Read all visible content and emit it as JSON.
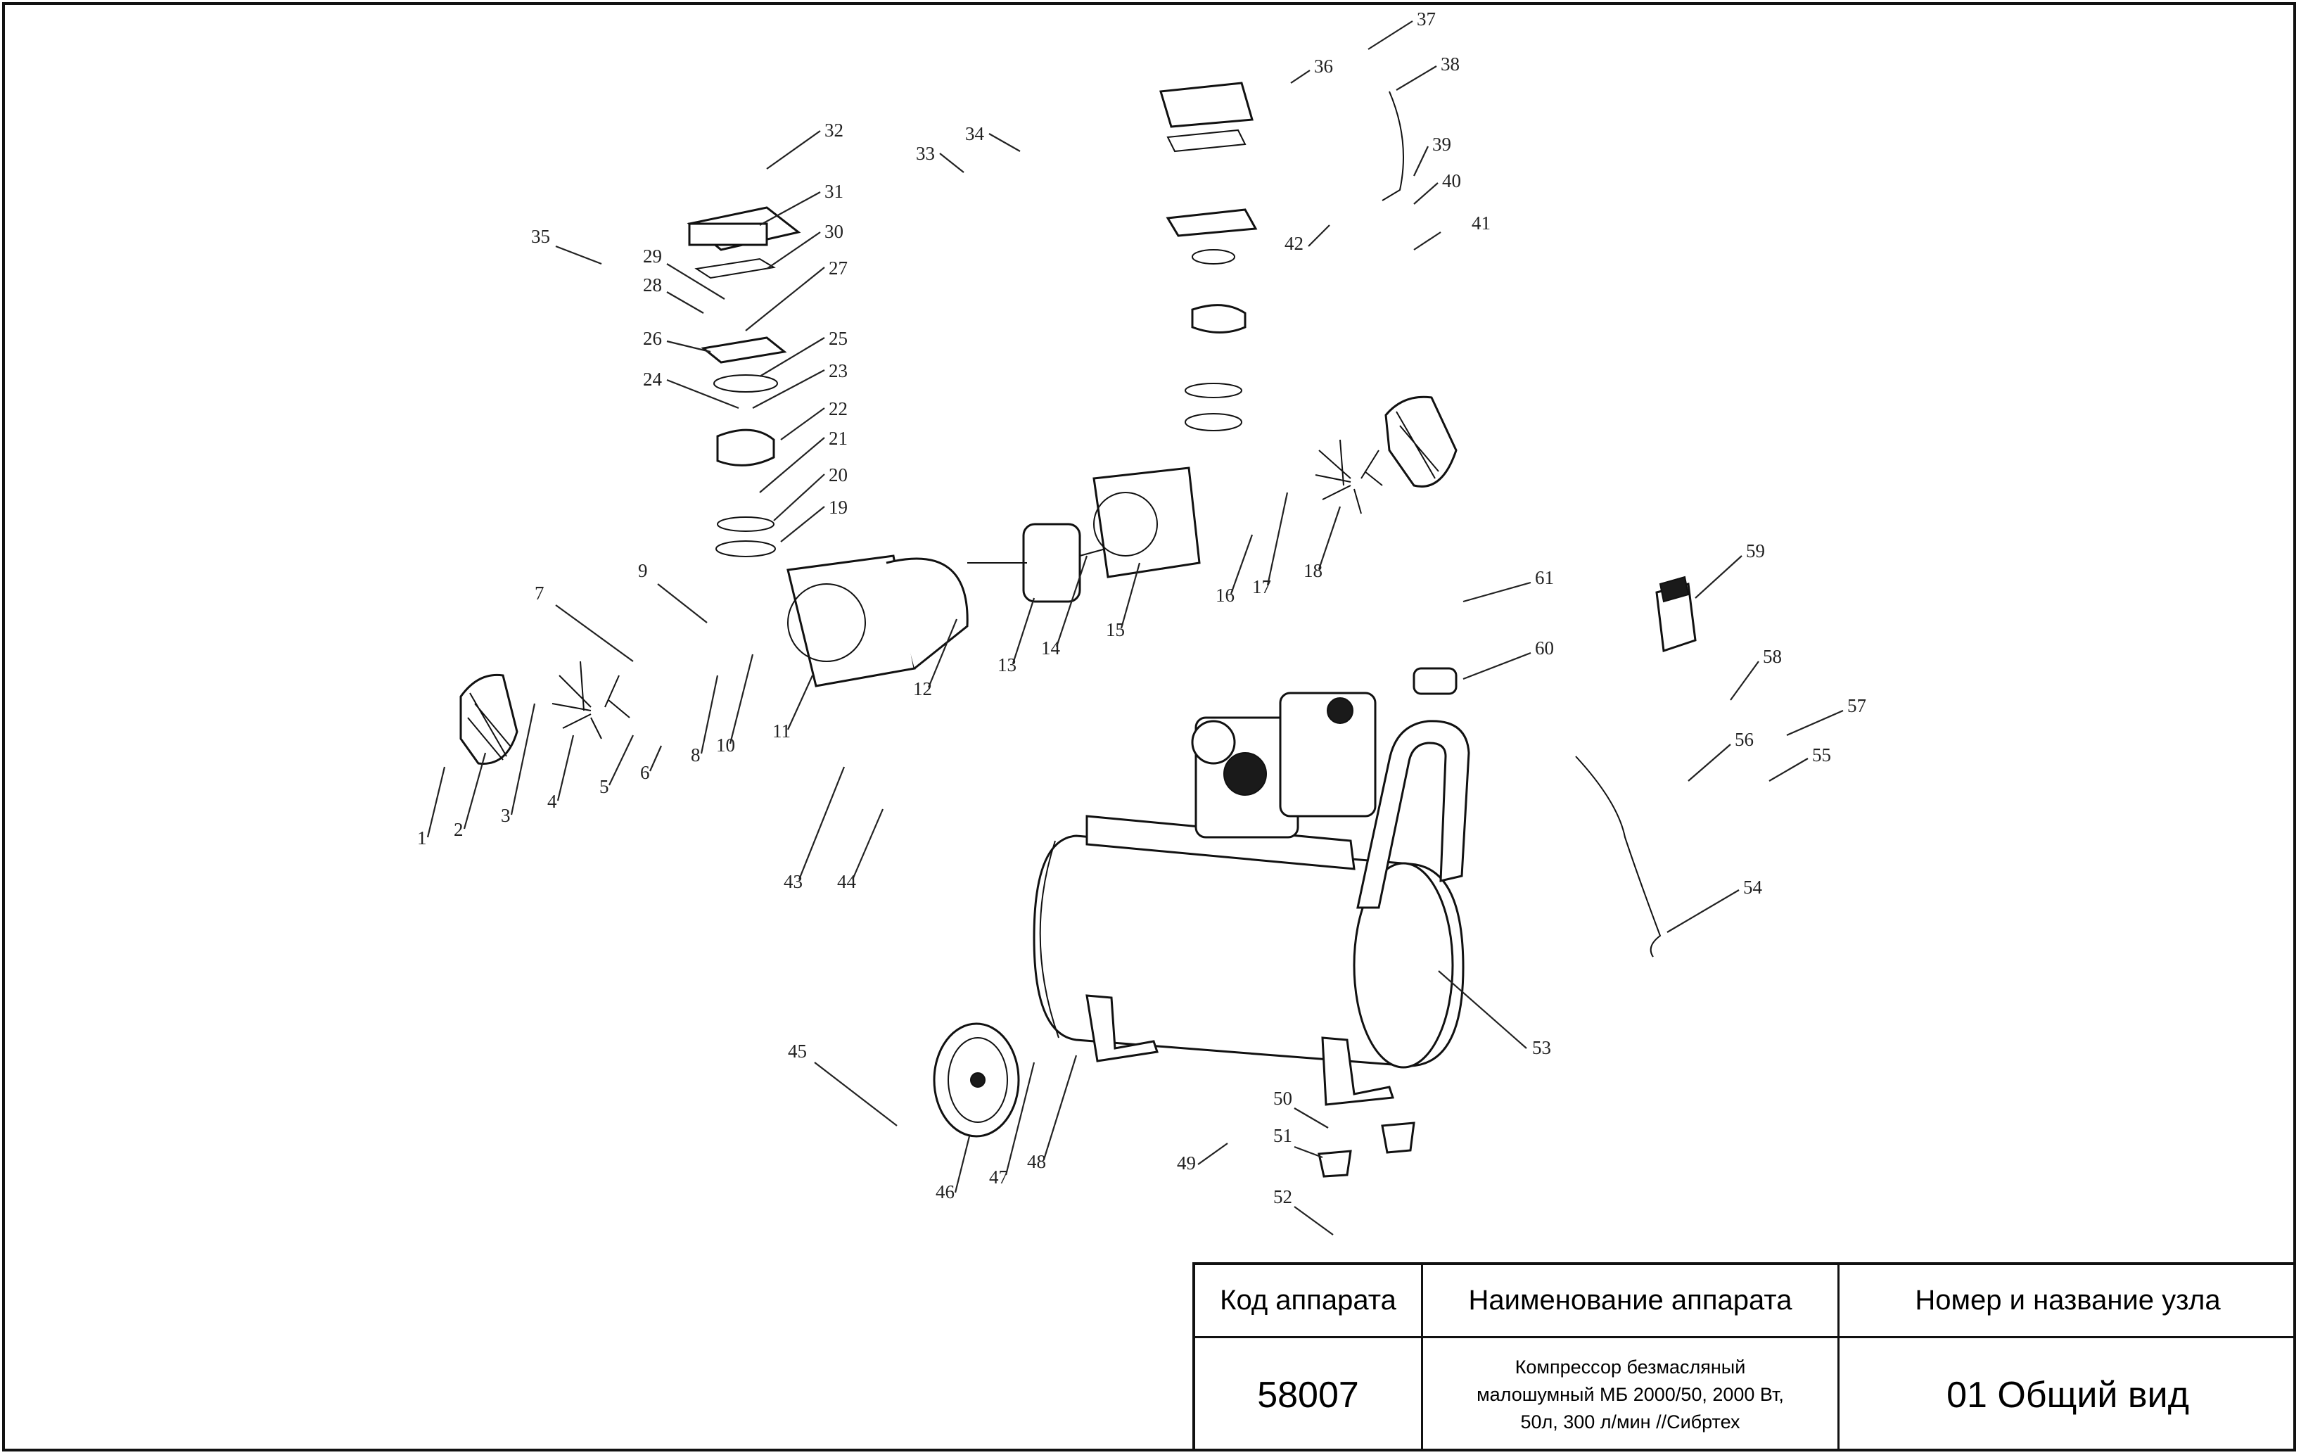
{
  "diagram": {
    "callouts": [
      "1",
      "2",
      "3",
      "4",
      "5",
      "6",
      "7",
      "8",
      "9",
      "10",
      "11",
      "12",
      "13",
      "14",
      "15",
      "16",
      "17",
      "18",
      "19",
      "20",
      "21",
      "22",
      "23",
      "24",
      "25",
      "26",
      "27",
      "28",
      "29",
      "30",
      "31",
      "32",
      "33",
      "34",
      "35",
      "36",
      "37",
      "38",
      "39",
      "40",
      "41",
      "42",
      "43",
      "44",
      "45",
      "46",
      "47",
      "48",
      "49",
      "50",
      "51",
      "52",
      "53",
      "54",
      "55",
      "56",
      "57",
      "58",
      "59",
      "60",
      "61"
    ]
  },
  "title_block": {
    "headers": {
      "code": "Код аппарата",
      "name": "Наименование аппарата",
      "node": "Номер и название узла"
    },
    "code": "58007",
    "name_lines": [
      "Компрессор безмасляный",
      "малошумный МБ 2000/50, 2000 Вт,",
      "50л, 300 л/мин //Сибртех"
    ],
    "node": "01 Общий вид"
  }
}
